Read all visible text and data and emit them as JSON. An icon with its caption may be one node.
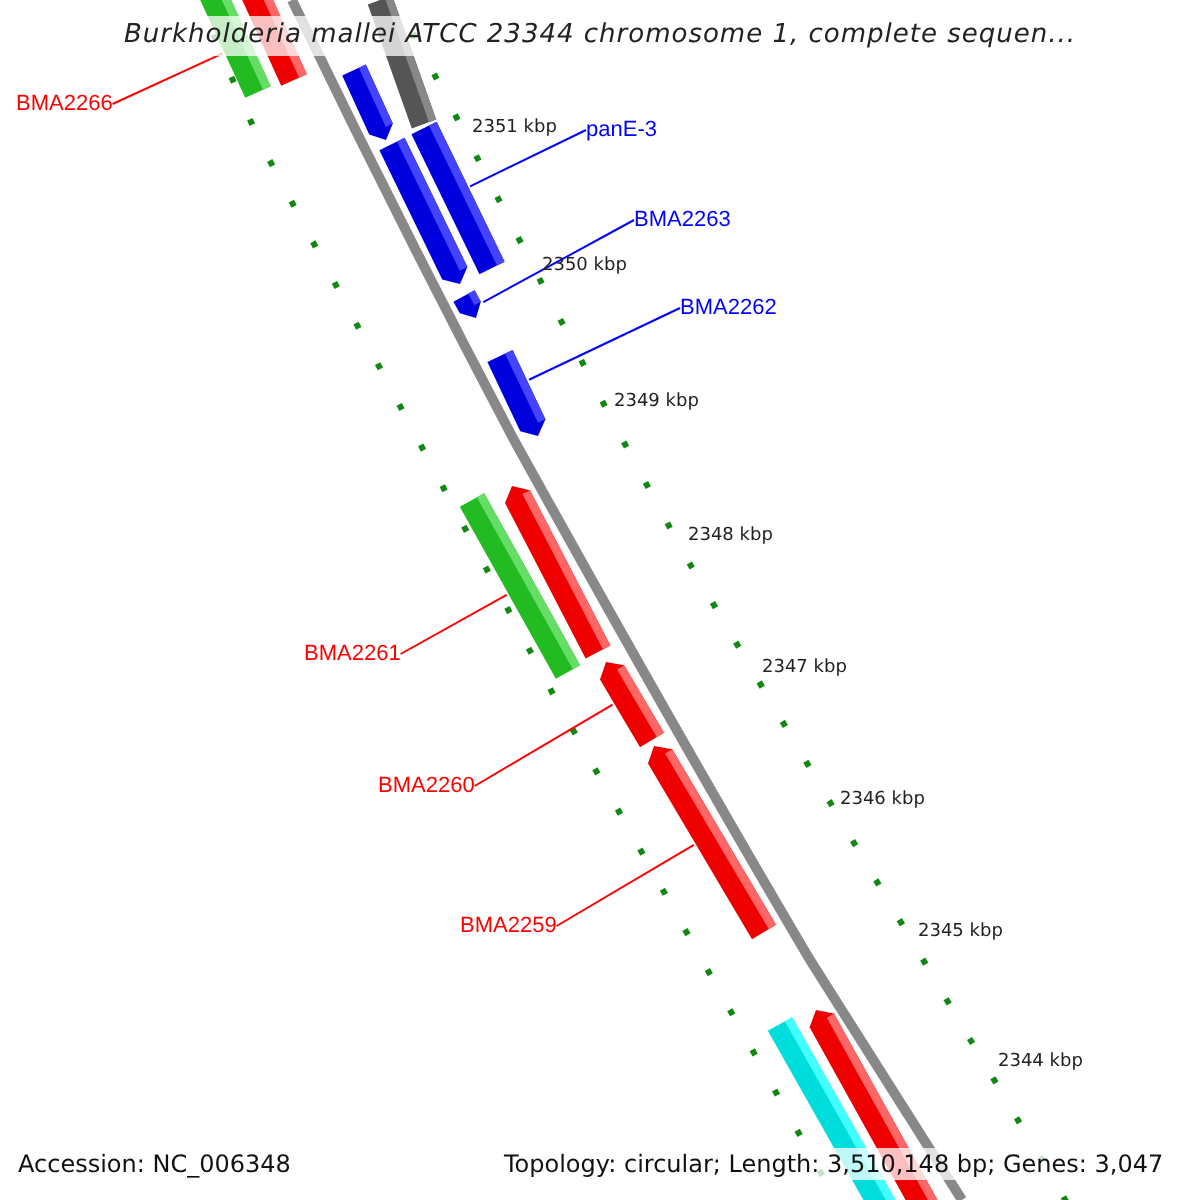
{
  "diagram": {
    "title": "Burkholderia mallei ATCC 23344 chromosome 1, complete sequen...",
    "nodes": [
      {
        "text": [
          "BMA2266"
        ]
      },
      {
        "text": [
          "panE-3"
        ]
      },
      {
        "text": [
          "BMA2263"
        ]
      },
      {
        "text": [
          "BMA2262"
        ]
      },
      {
        "text": [
          "BMA2261"
        ]
      },
      {
        "text": [
          "BMA2260"
        ]
      },
      {
        "text": [
          "BMA2259"
        ]
      },
      {
        "text": [],
        "shape": "bar"
      },
      {
        "text": [],
        "shape": "bar"
      },
      {
        "text": [],
        "shape": "bar"
      },
      {
        "text": [],
        "shape": "bar"
      },
      {
        "text": [],
        "shape": "bar"
      },
      {
        "text": [],
        "shape": "bar"
      },
      {
        "text": [],
        "shape": "bar"
      },
      {
        "text": [],
        "shape": "bar"
      },
      {
        "text": [],
        "shape": "bar"
      },
      {
        "text": [],
        "shape": "bar"
      },
      {
        "text": [],
        "shape": "bar"
      },
      {
        "text": [],
        "shape": "bar"
      },
      {
        "text": [],
        "shape": "bar"
      },
      {
        "text": [],
        "shape": "bar"
      }
    ],
    "edges": [
      {
        "from": 0,
        "to": 7,
        "arrow": "none"
      },
      {
        "from": 1,
        "to": 11,
        "arrow": "none",
        "color": "#0000ff"
      },
      {
        "from": 2,
        "to": 13,
        "arrow": "none",
        "color": "#0000ff"
      },
      {
        "from": 3,
        "to": 14,
        "arrow": "none",
        "color": "#0000ff"
      },
      {
        "from": 4,
        "to": 16,
        "arrow": "none"
      },
      {
        "from": 5,
        "to": 17,
        "arrow": "none"
      },
      {
        "from": 6,
        "to": 18,
        "arrow": "none"
      }
    ],
    "labels": [
      "2351 kbp",
      "2350 kbp",
      "2349 kbp",
      "2348 kbp",
      "2347 kbp",
      "2346 kbp",
      "2345 kbp",
      "2344 kbp",
      "Accession: NC_006348",
      "Topology: circular; Length: 3,510,148 bp; Genes: 3,047"
    ]
  }
}
